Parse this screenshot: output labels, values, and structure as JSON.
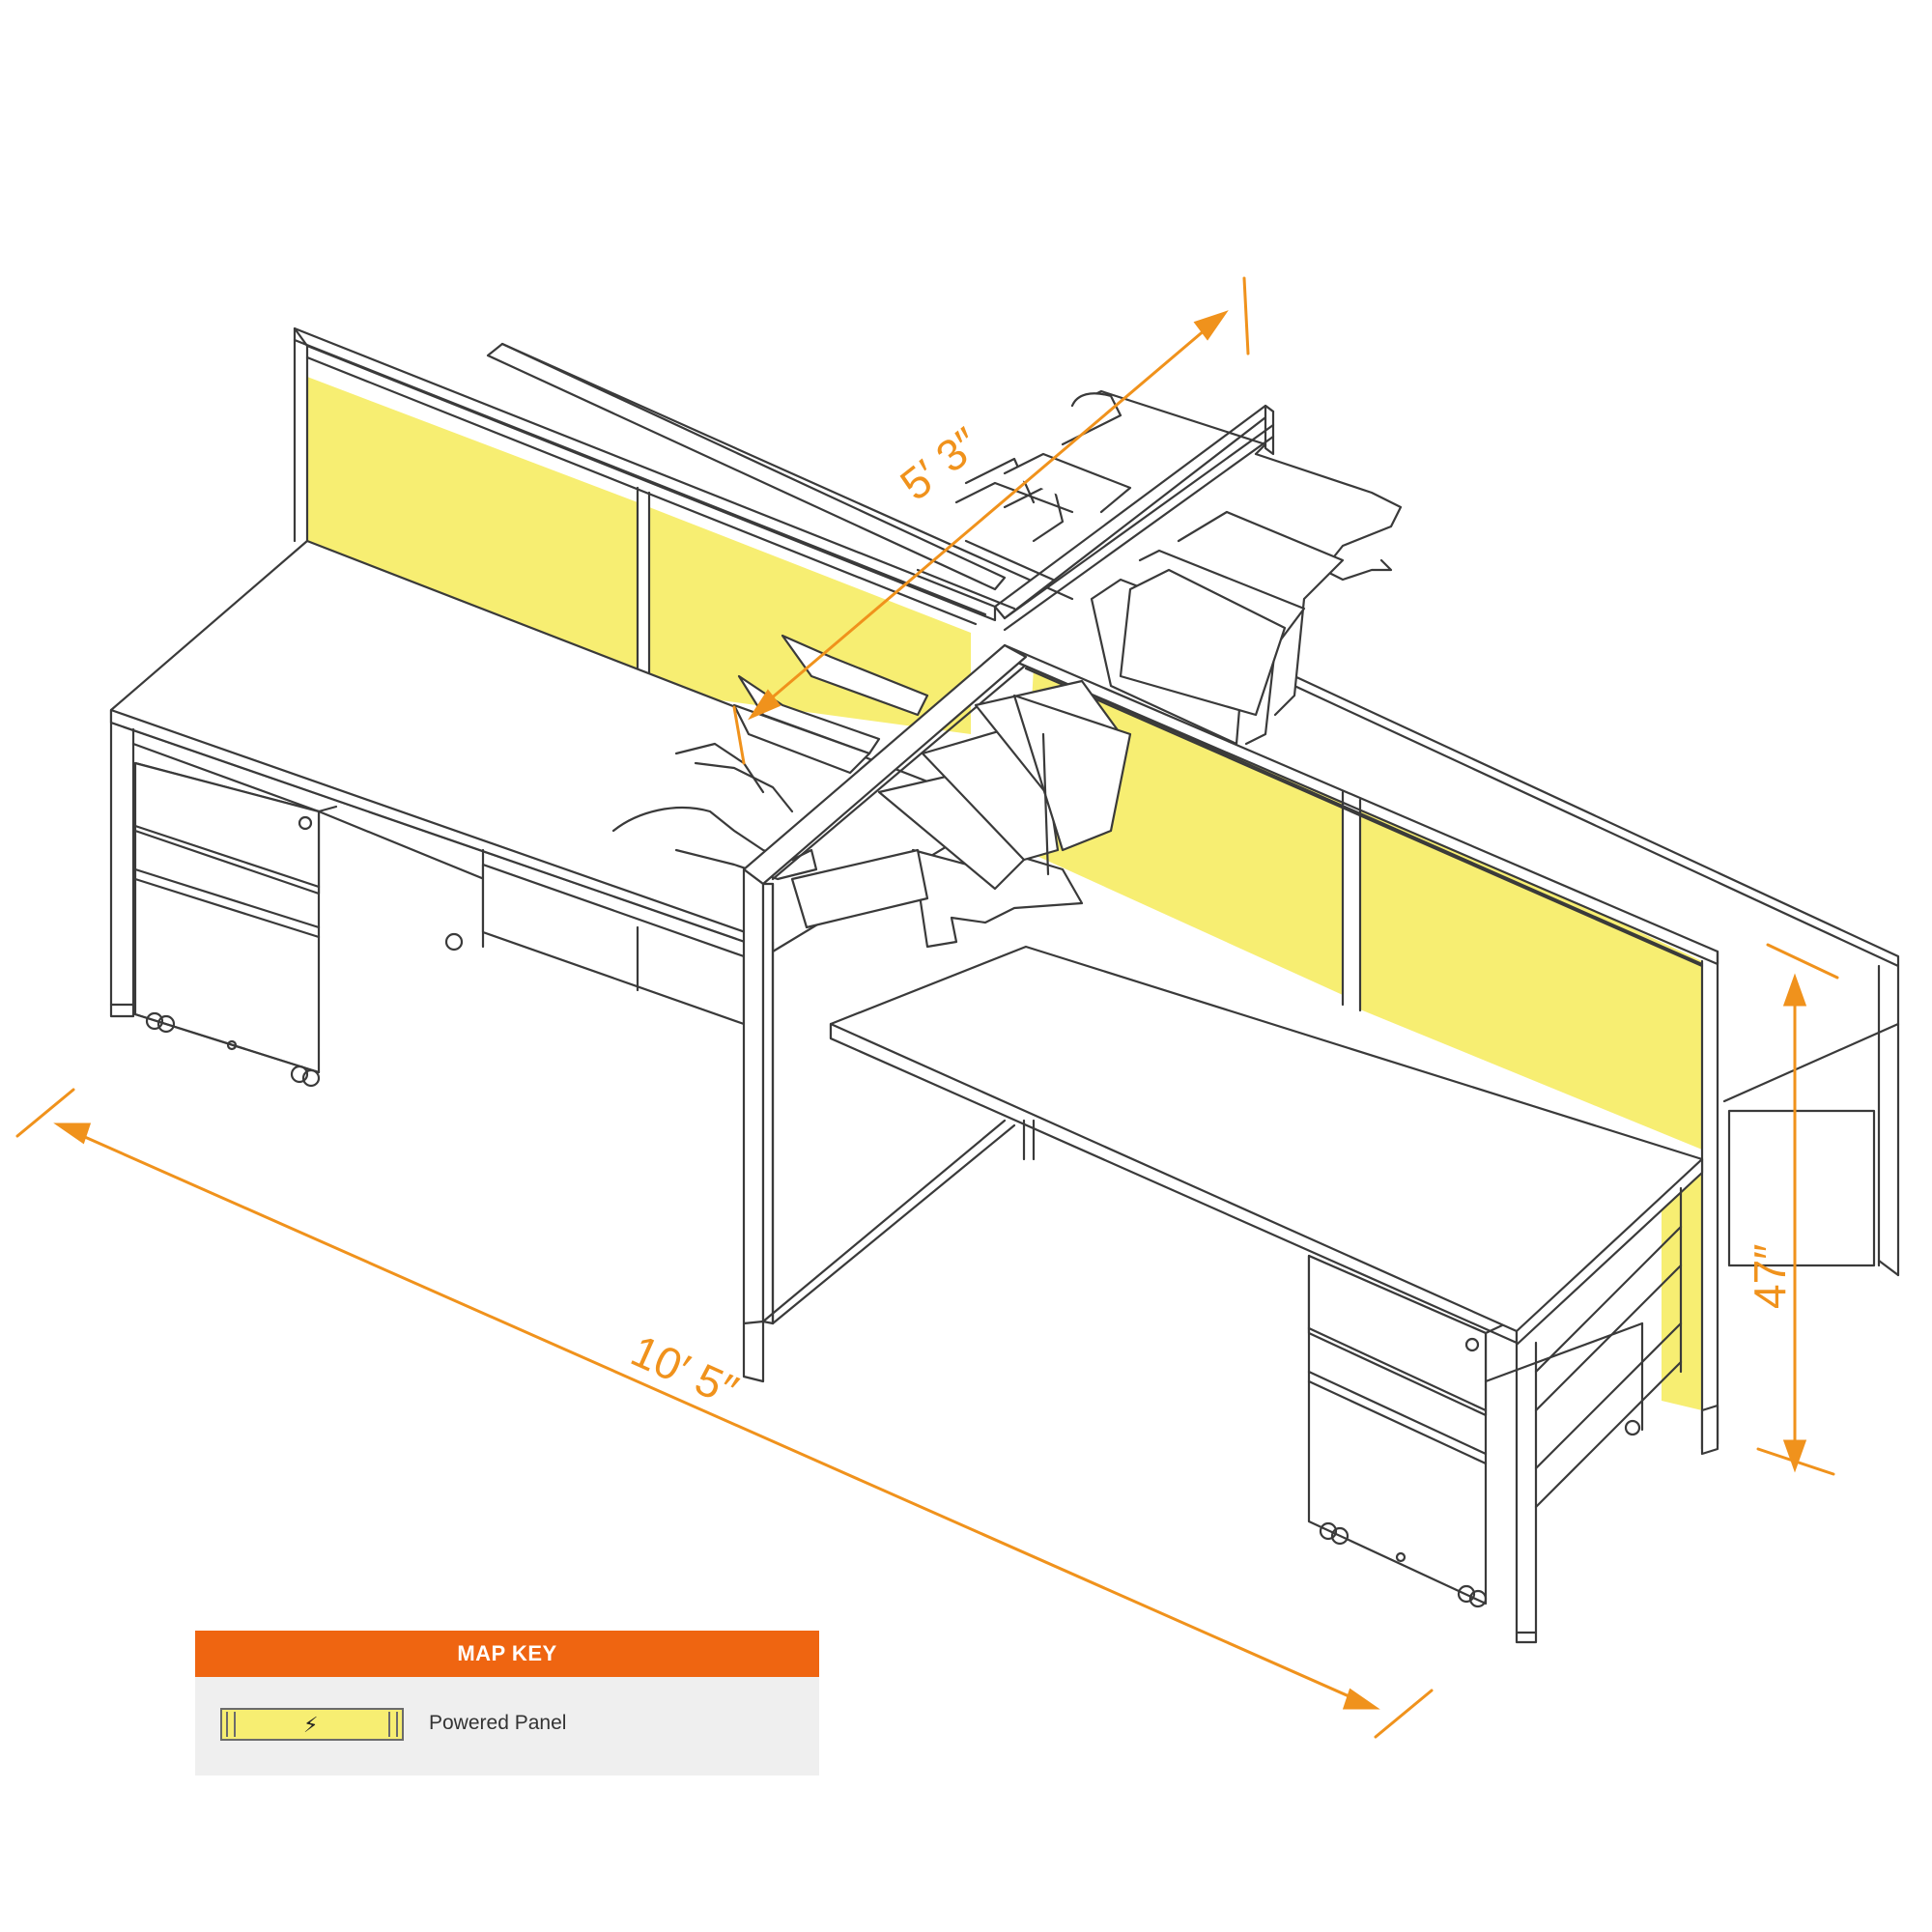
{
  "dimensions": {
    "depth": "5′ 3″",
    "length": "10′ 5″",
    "height": "47″"
  },
  "map_key": {
    "title": "MAP KEY",
    "items": [
      {
        "label": "Powered Panel",
        "icon": "lightning-bolt-icon",
        "color": "#f7ee72"
      }
    ]
  },
  "colors": {
    "dimension": "#f0921c",
    "panel_fabric": "#f7ee72",
    "header": "#ef6511",
    "line": "#3a3a3a"
  }
}
